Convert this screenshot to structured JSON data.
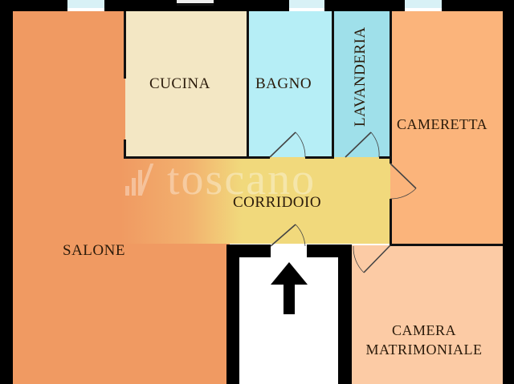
{
  "floorplan": {
    "rooms": {
      "salone": {
        "label": "SALONE",
        "color": "#f09a62"
      },
      "cucina": {
        "label": "CUCINA",
        "color": "#f3e7c4"
      },
      "bagno": {
        "label": "BAGNO",
        "color": "#b6eef6"
      },
      "lavanderia": {
        "label": "LAVANDERIA",
        "color": "#9fe0ea"
      },
      "cameretta": {
        "label": "CAMERETTA",
        "color": "#fbb47b"
      },
      "corridoio": {
        "label": "CORRIDOIO",
        "color": "#f1d97c"
      },
      "camera_matrimoniale": {
        "label_line1": "CAMERA",
        "label_line2": "MATRIMONIALE",
        "color": "#fccba5"
      },
      "ingresso": {
        "color": "#ffffff"
      }
    },
    "watermark": {
      "text": "toscano",
      "icon": "toscano-logo-icon"
    },
    "entrance_arrow": {
      "icon": "entrance-arrow-up-icon"
    },
    "wall_color": "#000000"
  }
}
